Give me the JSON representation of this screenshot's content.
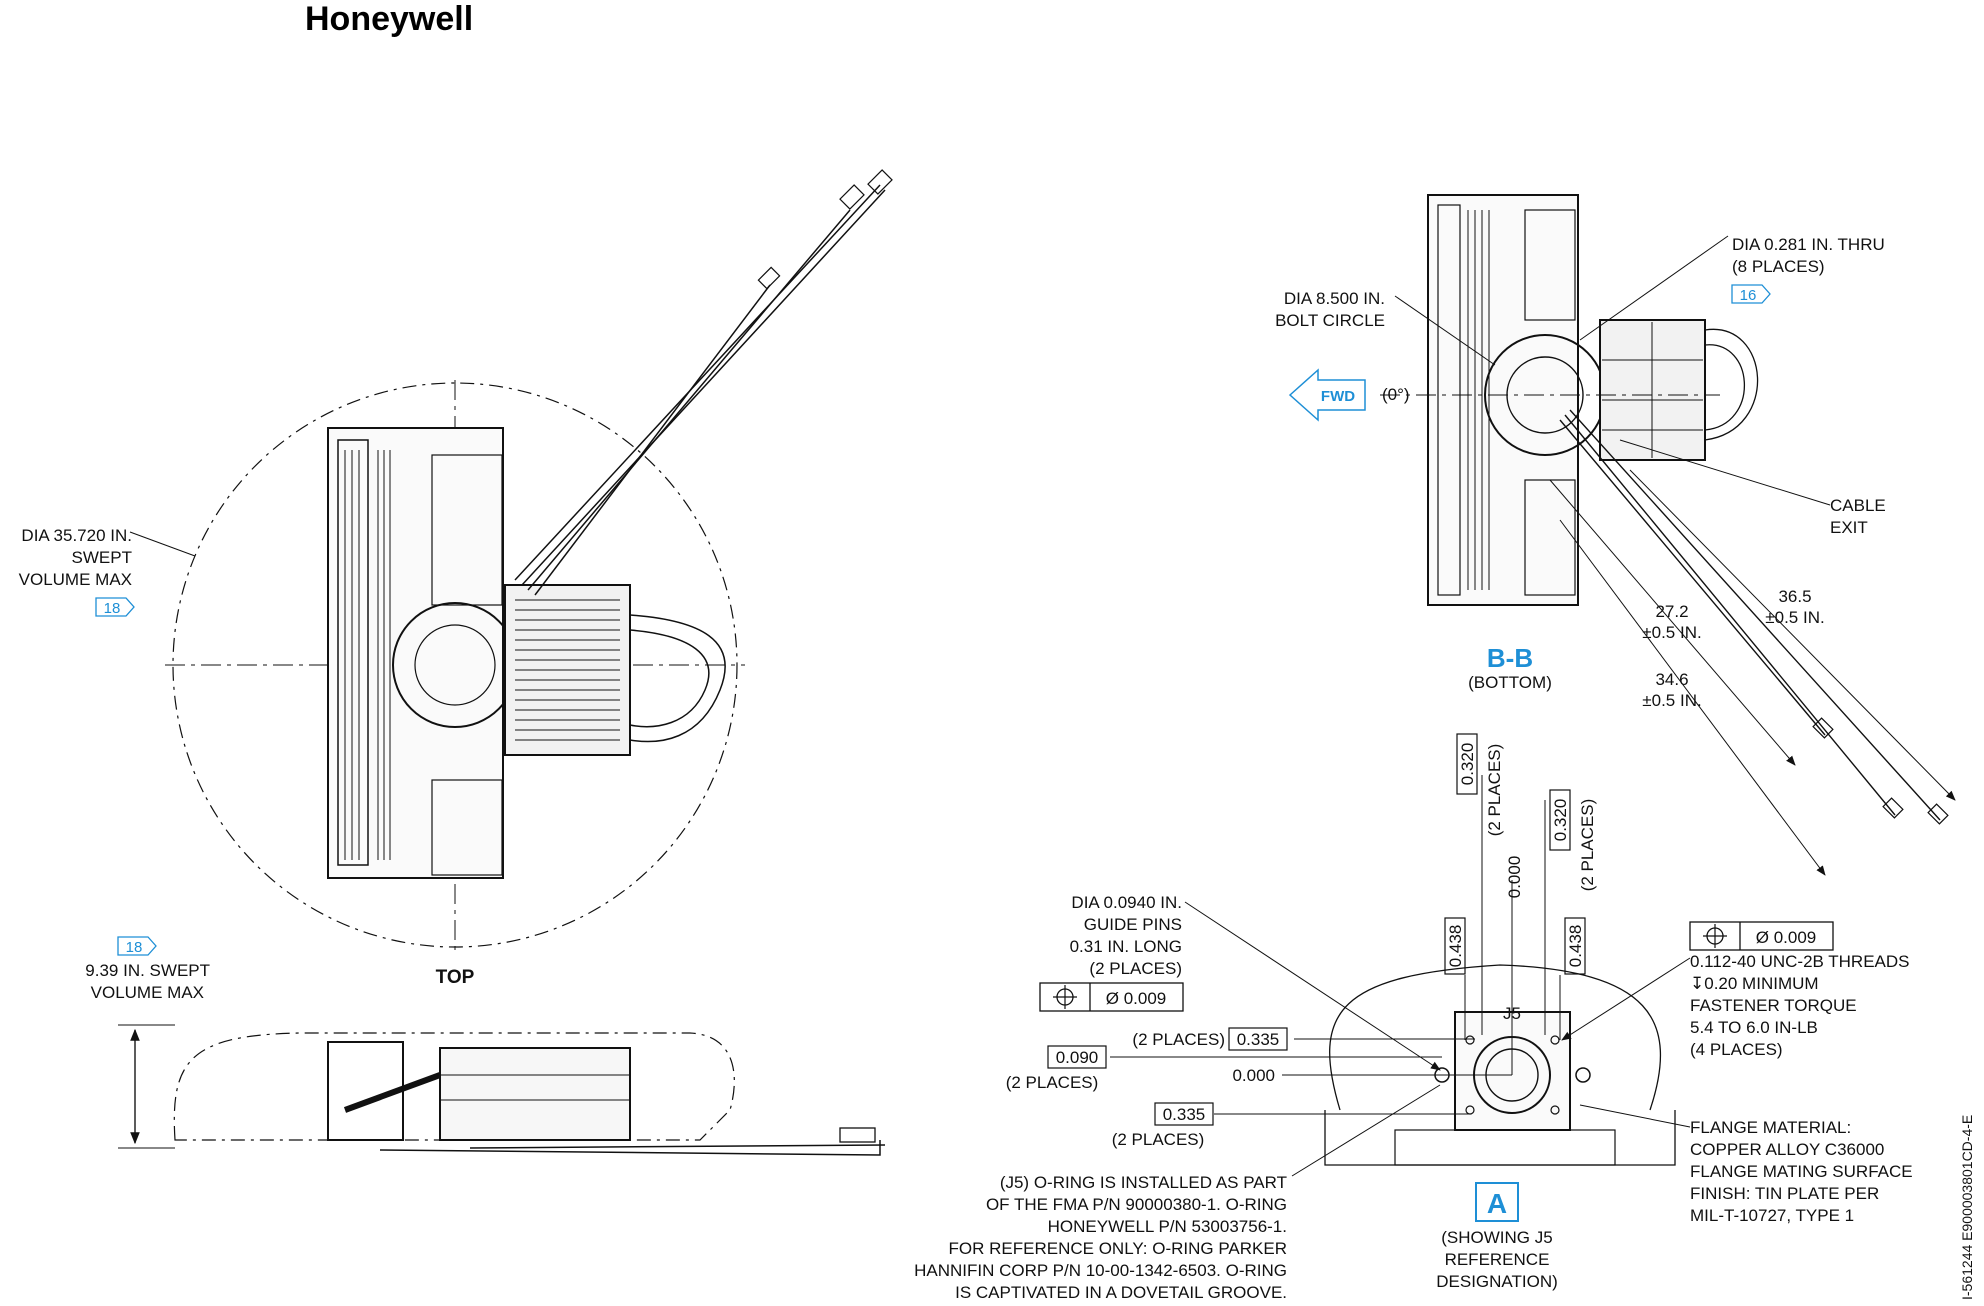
{
  "brand": {
    "logo": "Honeywell"
  },
  "top_view": {
    "swept_note": [
      "DIA 35.720 IN.",
      "SWEPT",
      "VOLUME MAX"
    ],
    "ref_tag": "18",
    "view_label": "TOP"
  },
  "side_view": {
    "ref_tag": "18",
    "swept_note": [
      "9.39 IN. SWEPT",
      "VOLUME MAX"
    ]
  },
  "bottom_view": {
    "bolt_circle": [
      "DIA 8.500 IN.",
      "BOLT CIRCLE"
    ],
    "thru_holes": [
      "DIA 0.281 IN. THRU",
      "(8 PLACES)"
    ],
    "ref_tag": "16",
    "fwd": "FWD",
    "zero_angle": "(0°)",
    "cable_exit": [
      "CABLE",
      "EXIT"
    ],
    "dim_27": [
      "27.2",
      "±0.5 IN."
    ],
    "dim_36": [
      "36.5",
      "±0.5 IN."
    ],
    "dim_34": [
      "34.6",
      "±0.5 IN."
    ],
    "section_title": "B-B",
    "section_sub": "(BOTTOM)"
  },
  "flange_view": {
    "dim_320_a": "0.320",
    "places_a": "(2 PLACES)",
    "dim_320_b": "0.320",
    "places_b": "(2 PLACES)",
    "dim_000_v": "0.000",
    "dim_438_a": "0.438",
    "dim_438_b": "0.438",
    "guide_pins": [
      "DIA 0.0940 IN.",
      "GUIDE PINS",
      "0.31 IN. LONG",
      "(2 PLACES)"
    ],
    "fcf_left_value": "Ø 0.009",
    "dim_335_a_places": "(2 PLACES)",
    "dim_335_a": "0.335",
    "dim_090": "0.090",
    "dim_090_places": "(2 PLACES)",
    "dim_000_h": "0.000",
    "dim_335_b": "0.335",
    "dim_335_b_places": "(2 PLACES)",
    "j5": "J5",
    "fcf_right_value": "Ø 0.009",
    "threads": [
      "0.112-40 UNC-2B THREADS",
      "↧0.20 MINIMUM",
      "FASTENER TORQUE",
      "5.4 TO 6.0 IN-LB",
      "(4 PLACES)"
    ],
    "flange_material": [
      "FLANGE MATERIAL:",
      "COPPER ALLOY C36000",
      "FLANGE MATING SURFACE",
      "FINISH: TIN PLATE PER",
      "MIL-T-10727, TYPE 1"
    ],
    "oring_note": [
      "(J5) O-RING IS INSTALLED AS PART",
      "OF THE FMA P/N 90000380-1. O-RING",
      "HONEYWELL P/N 53003756-1.",
      "FOR REFERENCE ONLY: O-RING PARKER",
      "HANNIFIN CORP P/N 10-00-1342-6503. O-RING",
      "IS CAPTIVATED IN A DOVETAIL GROOVE."
    ],
    "view_a_title": "A",
    "view_a_note": [
      "(SHOWING J5",
      "REFERENCE",
      "DESIGNATION)"
    ]
  },
  "drawing_number": "I-561244   E900003801CD-4-E",
  "colors": {
    "accent_blue": "#1e8fd6",
    "ink": "#111111"
  }
}
